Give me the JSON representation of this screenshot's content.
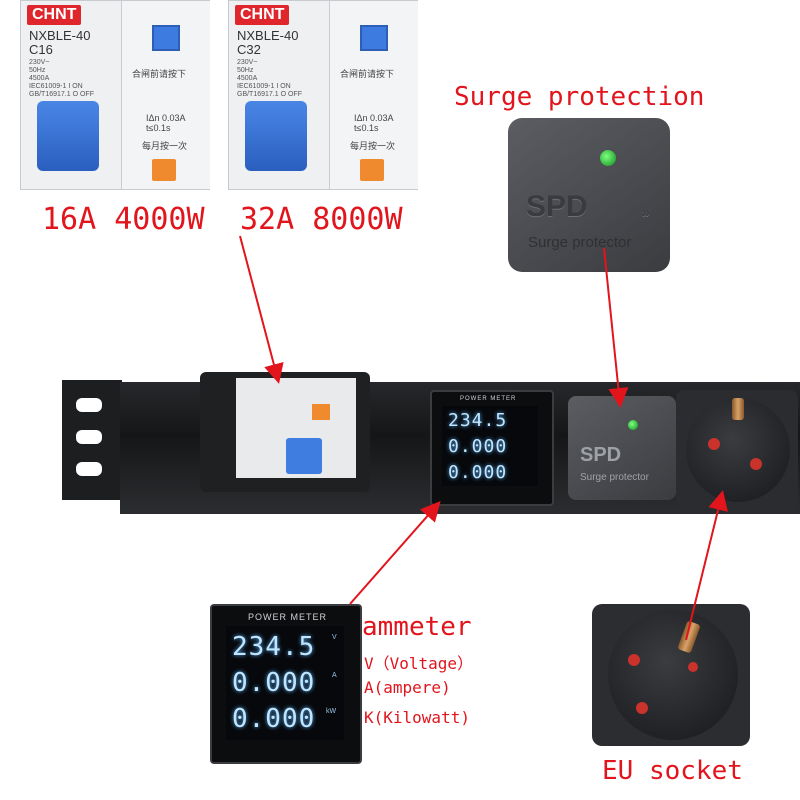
{
  "breakers": [
    {
      "brand": "CHNT",
      "model": "NXBLE-40",
      "rating": "C16",
      "spec_lines": [
        "230V~",
        "50Hz",
        "4500A"
      ],
      "std_lines": [
        "IEC61009-1",
        "GB/T16917.1"
      ],
      "onoff": [
        "I ON",
        "O OFF"
      ],
      "cn_top": "合闸前请按下",
      "trip": [
        "IΔn 0.03A",
        "t≤0.1s"
      ],
      "cn_bottom": "每月按一次",
      "caption": "16A 4000W"
    },
    {
      "brand": "CHNT",
      "model": "NXBLE-40",
      "rating": "C32",
      "spec_lines": [
        "230V~",
        "50Hz",
        "4500A"
      ],
      "std_lines": [
        "IEC61009-1",
        "GB/T16917.1"
      ],
      "onoff": [
        "I ON",
        "O OFF"
      ],
      "cn_top": "合闸前请按下",
      "trip": [
        "IΔn 0.03A",
        "t≤0.1s"
      ],
      "cn_bottom": "每月按一次",
      "caption": "32A 8000W"
    }
  ],
  "spd": {
    "heading": "Surge protection",
    "logo": "SPD",
    "subtitle": "Surge protector"
  },
  "meter": {
    "label": "POWER METER",
    "voltage": "234.5",
    "current": "0.000",
    "power": "0.000",
    "units": [
      "V",
      "A",
      "kW"
    ]
  },
  "ammeter": {
    "title": "ammeter",
    "lines": [
      "V（Voltage）",
      "A(ampere)",
      "K(Kilowatt)"
    ]
  },
  "socket": {
    "label": "EU socket"
  },
  "colors": {
    "annotation": "#e2141c",
    "pdu_body": "#1a1b1d",
    "led": "#22c232",
    "display": "#bfe6ff"
  }
}
